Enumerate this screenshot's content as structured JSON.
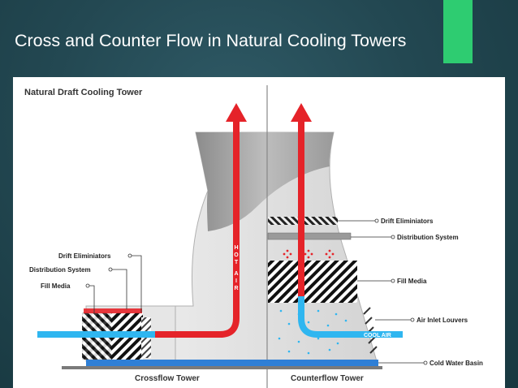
{
  "slide": {
    "title": "Cross and Counter Flow in Natural Cooling Towers",
    "accent_color": "#2ecc71"
  },
  "diagram": {
    "heading": "Natural Draft Cooling Tower",
    "left_labels": {
      "drift_eliminators": "Drift Eliminiators",
      "distribution_system": "Distribution System",
      "fill_media": "Fill Media"
    },
    "right_labels": {
      "drift_eliminators": "Drift Eliminiators",
      "distribution_system": "Distribution System",
      "fill_media": "Fill Media",
      "air_inlet_louvers": "Air Inlet Louvers",
      "cold_water_basin": "Cold Water Basin"
    },
    "hot_air_letters": [
      "H",
      "O",
      "T",
      "A",
      "I",
      "R"
    ],
    "cool_air": "COOL AIR",
    "crossflow_caption": "Crossflow Tower",
    "counterflow_caption": "Counterflow Tower",
    "colors": {
      "hot": "#e52329",
      "cool": "#2fb6f0",
      "tower_shell": "#c8c8c8",
      "label_text": "#222222"
    }
  }
}
